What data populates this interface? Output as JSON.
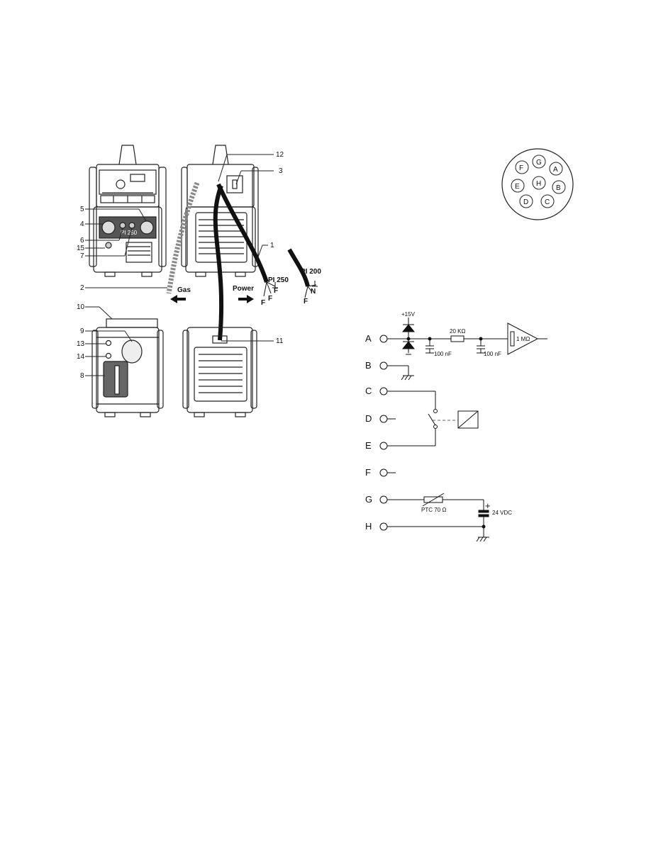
{
  "callouts": {
    "n1": "1",
    "n2": "2",
    "n3": "3",
    "n4": "4",
    "n5": "5",
    "n6": "6",
    "n7": "7",
    "n8": "8",
    "n9": "9",
    "n10": "10",
    "n11": "11",
    "n12": "12",
    "n13": "13",
    "n14": "14",
    "n15": "15"
  },
  "machine_labels": {
    "front_model": "PI 250",
    "gas": "Gas",
    "power": "Power",
    "model_250": "PI 250",
    "model_200": "PI 200",
    "wire_f": "F",
    "wire_n": "N"
  },
  "connector_pins": [
    "F",
    "G",
    "A",
    "E",
    "H",
    "B",
    "D",
    "C"
  ],
  "schematic": {
    "terminals": [
      "A",
      "B",
      "C",
      "D",
      "E",
      "F",
      "G",
      "H"
    ],
    "supply": "+15V",
    "resistor": "20 KΩ",
    "cap1": "100 nF",
    "cap2": "100 nF",
    "amp_input": "1 MΩ",
    "ptc": "PTC 70 Ω",
    "source": "24 VDC",
    "plus": "+"
  }
}
